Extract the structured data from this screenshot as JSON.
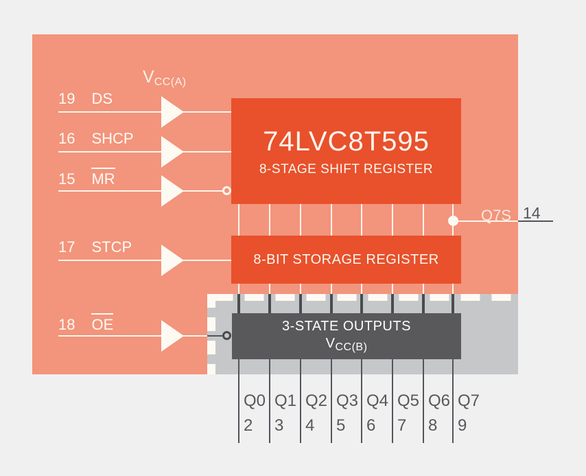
{
  "diagram": {
    "title": "74LVC8T595",
    "subtitle": "8-STAGE SHIFT REGISTER",
    "storage_register_label": "8-BIT STORAGE REGISTER",
    "tristate_label": "3-STATE OUTPUTS",
    "vcc_a": {
      "base": "V",
      "sub": "CC(A)"
    },
    "vcc_b": {
      "base": "V",
      "sub": "CC(B)"
    },
    "inputs": [
      {
        "pin": "19",
        "name": "DS",
        "overline": false,
        "inverted": false
      },
      {
        "pin": "16",
        "name": "SHCP",
        "overline": false,
        "inverted": false
      },
      {
        "pin": "15",
        "name": "MR",
        "overline": true,
        "inverted": true
      },
      {
        "pin": "17",
        "name": "STCP",
        "overline": false,
        "inverted": false
      },
      {
        "pin": "18",
        "name": "OE",
        "overline": true,
        "inverted": true
      }
    ],
    "serial_output": {
      "name": "Q7S",
      "pin": "14"
    },
    "outputs": [
      {
        "name": "Q0",
        "pin": "2"
      },
      {
        "name": "Q1",
        "pin": "3"
      },
      {
        "name": "Q2",
        "pin": "4"
      },
      {
        "name": "Q3",
        "pin": "5"
      },
      {
        "name": "Q4",
        "pin": "6"
      },
      {
        "name": "Q5",
        "pin": "7"
      },
      {
        "name": "Q6",
        "pin": "8"
      },
      {
        "name": "Q7",
        "pin": "9"
      }
    ],
    "colors": {
      "background": "#F0F0F1",
      "salmon": "#F3947C",
      "orange": "#E8512C",
      "dark_block": "#59595B",
      "gray_region": "#C6C7C9",
      "cream_line": "#FBF5EB",
      "dark_line": "#54555A"
    }
  }
}
